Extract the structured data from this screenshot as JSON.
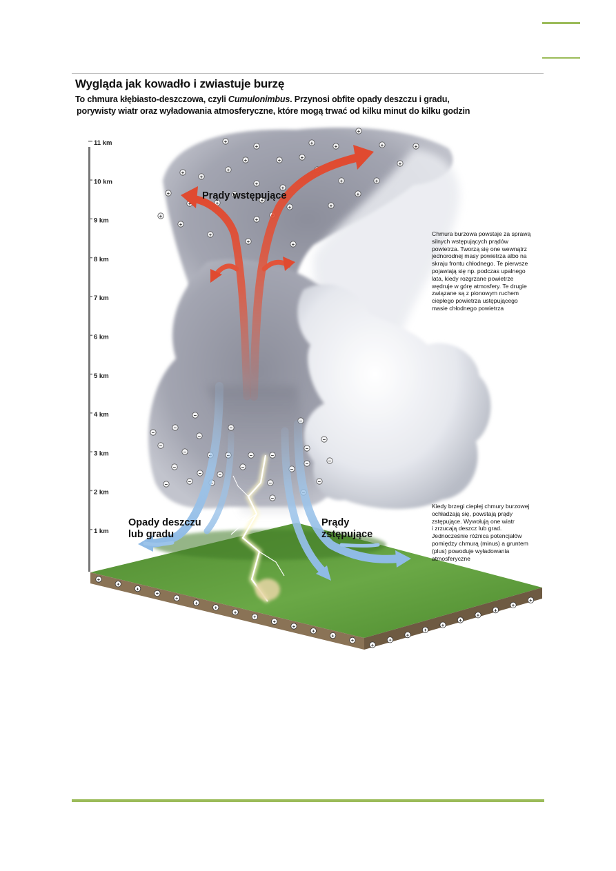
{
  "page": {
    "accent_color": "#9bbb59",
    "title": "Wygląda jak kowadło i zwiastuje burzę",
    "subtitle": {
      "part1": "To chmura kłębiasto-deszczowa, czyli ",
      "italic": "Cumulonimbus",
      "part2": ". Przynosi obfite opady deszczu i gradu,",
      "line2": "porywisty wiatr oraz wyładowania atmosferyczne, które mogą trwać od kilku minut do kilku godzin"
    }
  },
  "diagram": {
    "altitude_scale": [
      "1 km",
      "2 km",
      "3 km",
      "4 km",
      "5 km",
      "6 km",
      "7 km",
      "8 km",
      "9 km",
      "10 km",
      "11 km"
    ],
    "labels": {
      "updrafts": "Prądy wstępujące",
      "precip_line1": "Opady deszczu",
      "precip_line2": "lub gradu",
      "downdrafts_line1": "Prądy",
      "downdrafts_line2": "zstępujące"
    },
    "charge_symbols": {
      "positive": "+",
      "negative": "−"
    },
    "note_updraft": "Chmura burzowa powstaje za sprawą\nsilnych wstępujących prądów\npowietrza. Tworzą się one wewnątrz\njednorodnej masy powietrza albo na\nskraju frontu chłodnego. Te pierwsze\npojawiają się np. podczas upalnego\nlata, kiedy rozgrzane powietrze\nwędruje w górę atmosfery. Te drugie\nzwiązane są z pionowym ruchem\nciepłego powietrza ustępującego\nmasie chłodnego powietrza",
    "note_downdraft": "Kiedy brzegi ciepłej chmury burzowej\nochładzają się, powstają prądy\nzstępujące. Wywołują one wiatr\ni zrzucają deszcz lub grad.\nJednocześnie różnica potencjałów\npomiędzy chmurą (minus) a gruntem\n(plus) powoduje wyładowania\natmosferyczne",
    "colors": {
      "cloud": "#9a9ca8",
      "updraft_arrow": "#e2543a",
      "downdraft_arrow": "#9cc4ea",
      "ground": "#5e9a3c",
      "soil": "#8a7356",
      "lightning": "#ffffff"
    }
  }
}
